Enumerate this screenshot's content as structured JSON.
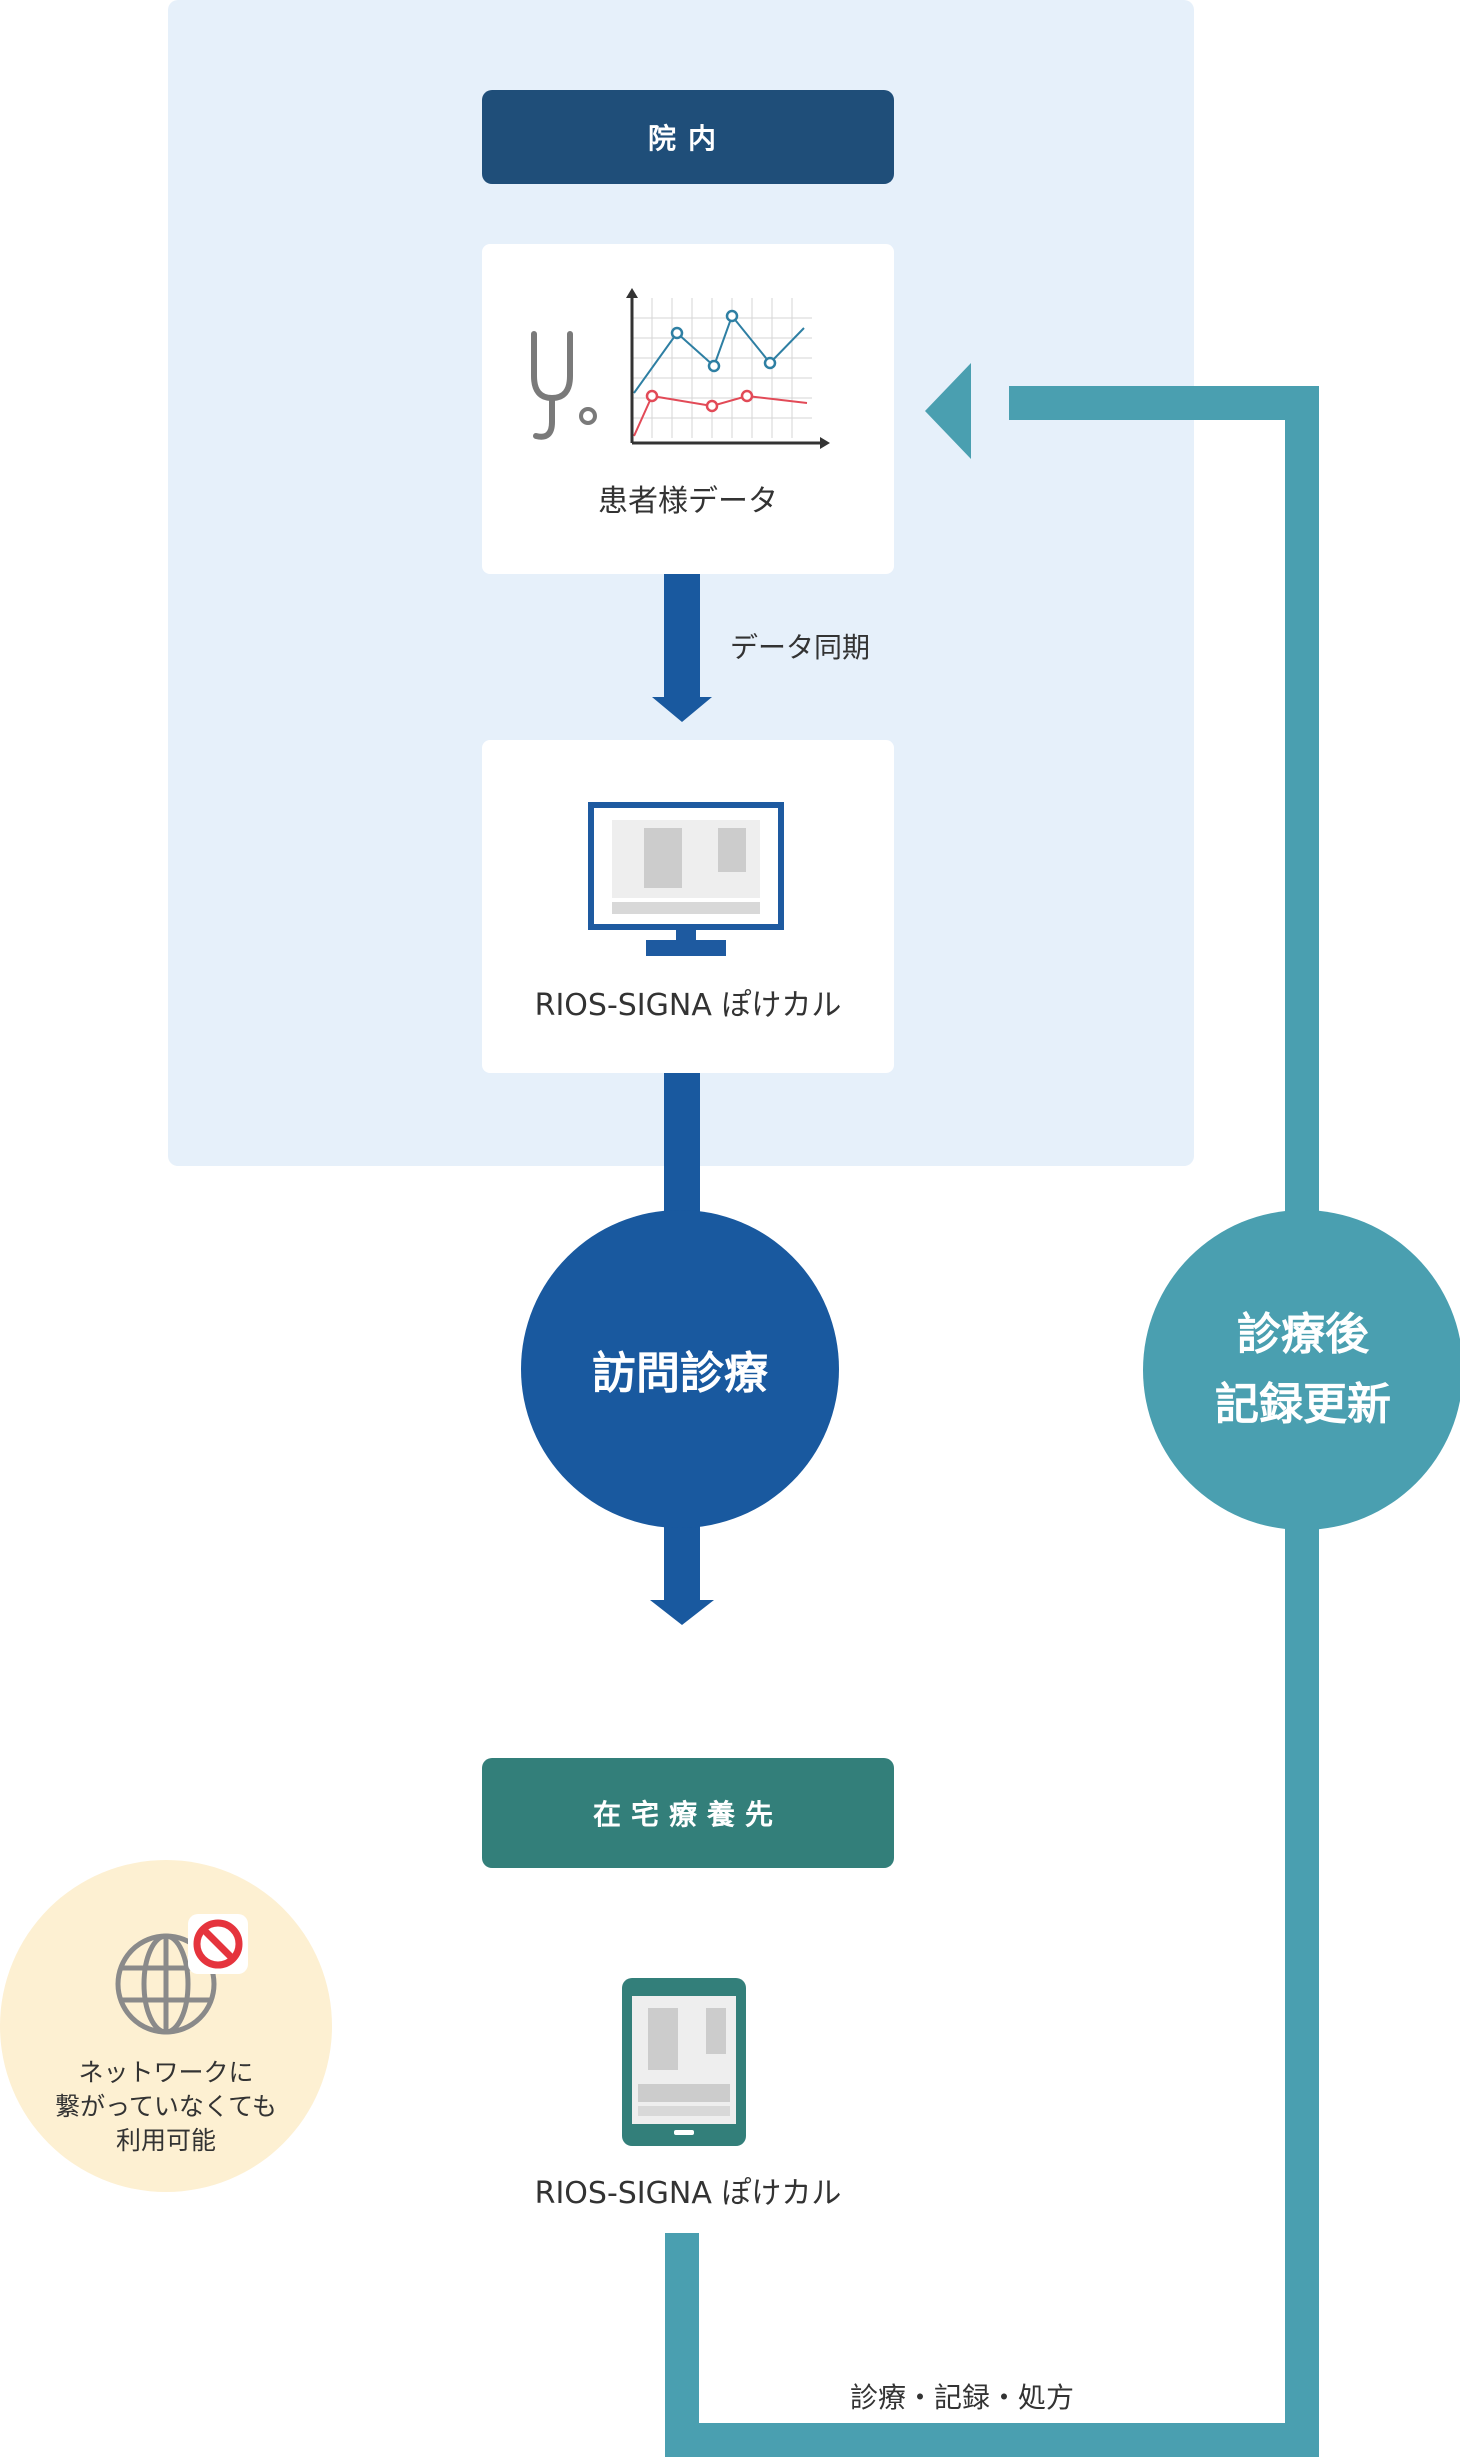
{
  "zones": {
    "hospital_label": "院内",
    "home_label": "在宅療養先"
  },
  "nodes": {
    "patient_data": "患者様データ",
    "rios_pc": "RIOS-SIGNA ぽけカル",
    "rios_tablet": "RIOS-SIGNA ぽけカル"
  },
  "edges": {
    "sync": "データ同期",
    "visit_line1": "訪問診療",
    "update_line1": "診療後",
    "update_line2": "記録更新",
    "bottom": "診療・記録・処方"
  },
  "offline": {
    "line1": "ネットワークに",
    "line2": "繋がっていなくても",
    "line3": "利用可能"
  },
  "colors": {
    "hospital_bg": "#e6f0fa",
    "navy": "#1f4e79",
    "blue": "#19599f",
    "teal": "#4a9fb0",
    "home_green": "#337f7a",
    "offline_bg": "#fdf0d2"
  }
}
